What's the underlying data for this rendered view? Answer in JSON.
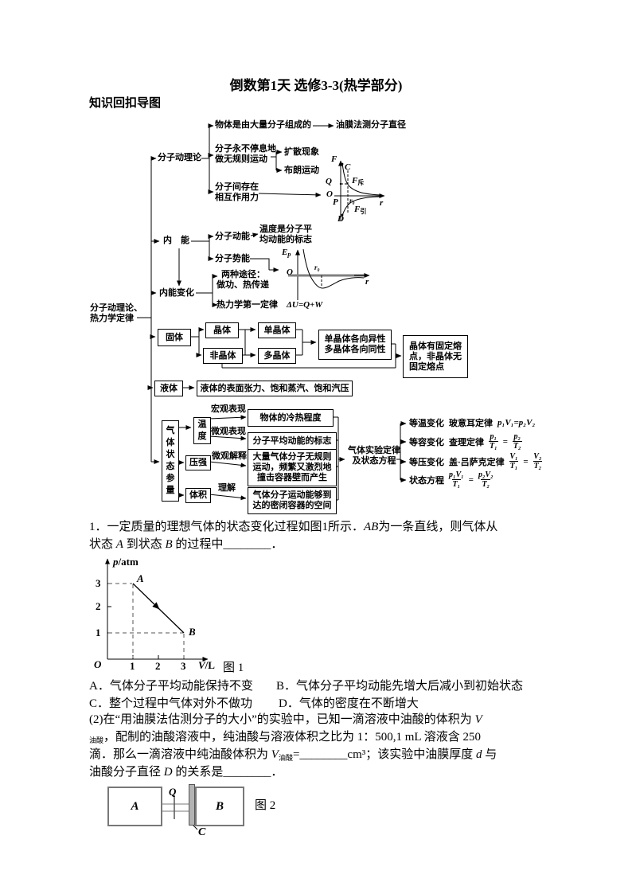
{
  "page": {
    "title": "倒数第1天 选修3-3(热学部分)",
    "heading": "知识回扣导图"
  },
  "mindmap": {
    "root1": "分子动理论、",
    "root2": "热力学定律",
    "molecular_theory": "分子动理论",
    "made_of_molecules": "物体是由大量分子组成的",
    "oil_film": "油膜法测分子直径",
    "motion_l1": "分子永不停息地",
    "motion_l2": "做无规则运动",
    "diffusion": "扩散现象",
    "brownian": "布朗运动",
    "force_l1": "分子间存在",
    "force_l2": "相互作用力",
    "internal_energy": "内　能",
    "molecular_ke": "分子动能",
    "temp_mark_l1": "温度是分子平",
    "temp_mark_l2": "均动能的标志",
    "molecular_pe": "分子势能",
    "ie_change": "内能变化",
    "two_ways_l1": "两种途径：",
    "two_ways_l2": "做功、热传递",
    "first_law": [
      {
        "t": "热力学第一定律　"
      },
      {
        "t": "ΔU=Q+W",
        "s": "if"
      }
    ],
    "solid": "固体",
    "crystal": "晶体",
    "amorphous": "非晶体",
    "single_crystal": "单晶体",
    "poly_crystal": "多晶体",
    "aniso_l1": "单晶体各向异性",
    "aniso_l2": "多晶体各向同性",
    "melt_l1": "晶体有固定熔",
    "melt_l2": "点，非晶体无",
    "melt_l3": "固定熔点",
    "liquid": "液体",
    "liquid_props": "液体的表面张力、饱和蒸汽、饱和汽压",
    "gas_state_params": "气体状态参量",
    "temperature": "温度",
    "pressure": "压强",
    "volume": "体积",
    "macro_label": "宏观表现",
    "micro_label": "微观表现",
    "micro_explain": "微观解释",
    "understand": "理解",
    "hot_cold": "物体的冷热程度",
    "avg_ke_mark": "分子平均动能的标志",
    "pressure_exp_l1": "大量气体分子无规则",
    "pressure_exp_l2": "运动，频繁又激烈地",
    "pressure_exp_l3": "撞击容器壁而产生",
    "volume_exp_l1": "气体分子运动能够到",
    "volume_exp_l2": "达的密闭容器的空间",
    "gas_law_l1": "气体实验定律",
    "gas_law_l2": "及状态方程",
    "laws": {
      "l1": {
        "a": "等温变化",
        "b": "玻意耳定律",
        "eq": "p₁V₁=p₂V₂"
      },
      "l2": {
        "a": "等容变化",
        "b": "查理定律",
        "f1n": "p₁",
        "f1d": "T₁",
        "eq": "=",
        "f2n": "p₂",
        "f2d": "T₂"
      },
      "l3": {
        "a": "等压变化",
        "b": "盖·吕萨克定律",
        "f1n": "V₁",
        "f1d": "T₁",
        "eq": "=",
        "f2n": "V₂",
        "f2d": "T₂"
      },
      "l4": {
        "a": "状态方程",
        "f1n": "p₁V₁",
        "f1d": "T₁",
        "eq": "=",
        "f2n": "p₂V₂",
        "f2d": "T₂"
      }
    },
    "fr": {
      "f": "F",
      "c": "C",
      "q": "Q",
      "o": "O",
      "p": "P",
      "r0": "r₀",
      "r": "r",
      "d": "D",
      "rep": [
        {
          "t": "F",
          "s": "i"
        },
        {
          "t": "斥",
          "s": "cnsub"
        }
      ],
      "att": [
        {
          "t": "F",
          "s": "i"
        },
        {
          "t": "引",
          "s": "cnsub"
        }
      ]
    },
    "ep": {
      "e": [
        {
          "t": "E",
          "s": "i"
        },
        {
          "t": "p",
          "s": "isub"
        }
      ],
      "o": "O",
      "r0": "r₀",
      "r": "r"
    }
  },
  "question1": {
    "l1": [
      {
        "t": "1．一定质量的理想气体的状态变化过程如图1所示．"
      },
      {
        "t": "AB",
        "s": "i"
      },
      {
        "t": "为一条直线，则气体从"
      }
    ],
    "l2": [
      {
        "t": "状态 "
      },
      {
        "t": "A",
        "s": "i"
      },
      {
        "t": " 到状态 "
      },
      {
        "t": "B",
        "s": "i"
      },
      {
        "t": " 的过程中________．"
      }
    ]
  },
  "options": {
    "a": "A．气体分子平均动能保持不变",
    "b": "B．气体分子平均动能先增大后减小到初始状态",
    "c": "C．整个过程中气体对外不做功",
    "d": "D．气体的密度在不断增大"
  },
  "question2": {
    "l1": [
      {
        "t": "(2)在“用油膜法估测分子的大小”的实验中，已知一滴溶液中油酸的体积为 "
      },
      {
        "t": "V",
        "s": "i"
      }
    ],
    "l2": [
      {
        "t": "油酸",
        "s": "sub"
      },
      {
        "t": "，配制的油酸溶液中，纯油酸与溶液体积之比为 1：500,1 mL 溶液含 250"
      }
    ],
    "l3": [
      {
        "t": "滴．那么一滴溶液中纯油酸体积为 "
      },
      {
        "t": "V",
        "s": "i"
      },
      {
        "t": "油酸",
        "s": "sub"
      },
      {
        "t": "=________cm³；该实验中油膜厚度 "
      },
      {
        "t": "d",
        "s": "i"
      },
      {
        "t": " 与"
      }
    ],
    "l4": [
      {
        "t": "油酸分子直径 "
      },
      {
        "t": "D",
        "s": "i"
      },
      {
        "t": " 的关系是________．"
      }
    ]
  },
  "fig1": {
    "ylabel": [
      {
        "t": "p",
        "s": "i"
      },
      {
        "t": "/atm"
      }
    ],
    "xlabel": [
      {
        "t": "V",
        "s": "i"
      },
      {
        "t": "/L"
      }
    ],
    "origin": "O",
    "ytick3": "3",
    "ytick2": "2",
    "ytick1": "1",
    "xtick1": "1",
    "xtick2": "2",
    "xtick3": "3",
    "pa": "A",
    "pb": "B",
    "caption": "图 1",
    "points": {
      "A": {
        "V": 1,
        "p": 3
      },
      "B": {
        "V": 3,
        "p": 1
      }
    }
  },
  "fig2": {
    "box_a": "A",
    "box_b": "B",
    "valve": "Q",
    "piston": "C",
    "caption": "图 2"
  }
}
